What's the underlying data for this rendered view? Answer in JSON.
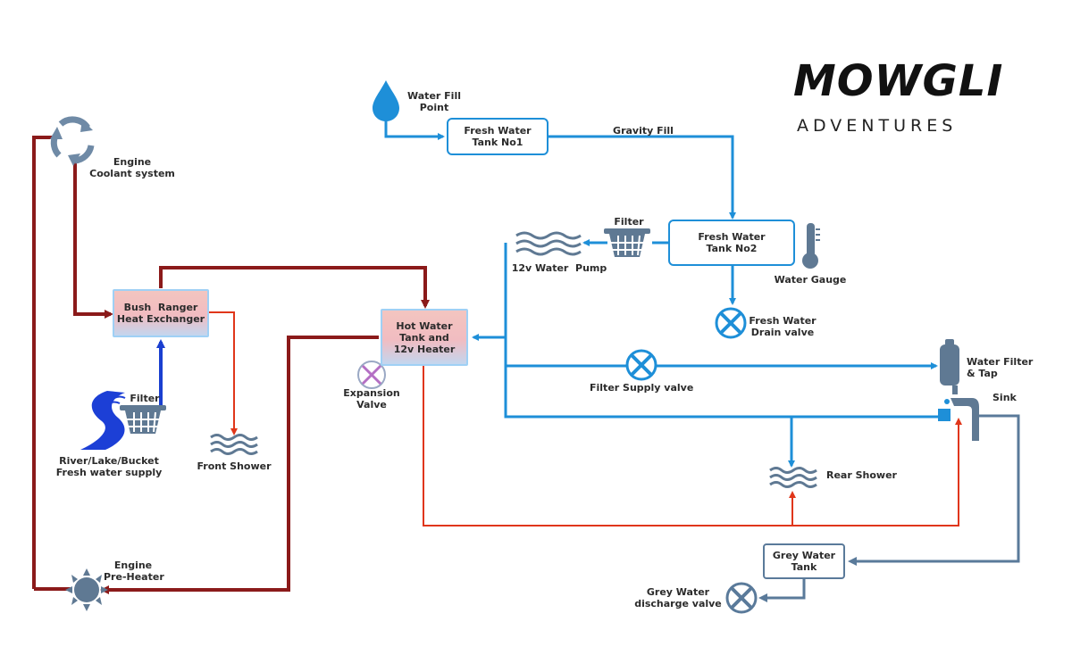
{
  "logo": {
    "title": "MOWGLI",
    "subtitle": "ADVENTURES"
  },
  "labels": {
    "water_fill_point": "Water Fill\nPoint",
    "gravity_fill": "Gravity Fill",
    "engine_coolant": "Engine\nCoolant system",
    "filter_top": "Filter",
    "pump": "12v Water  Pump",
    "water_gauge": "Water Gauge",
    "fw_drain": "Fresh Water\nDrain valve",
    "filter_supply": "Filter Supply valve",
    "water_filter_tap": "Water Filter\n& Tap",
    "sink": "Sink",
    "filter_river": "Filter",
    "river_supply": "River/Lake/Bucket\nFresh water supply",
    "front_shower": "Front Shower",
    "expansion": "Expansion\nValve",
    "rear_shower": "Rear Shower",
    "grey_discharge": "Grey Water\ndischarge valve",
    "engine_preheater": "Engine\nPre-Heater"
  },
  "boxes": {
    "fw_tank1": "Fresh Water\nTank No1",
    "fw_tank2": "Fresh Water\nTank No2",
    "exchanger": "Bush  Ranger\nHeat Exchanger",
    "hot_tank": "Hot Water\nTank and\n12v Heater",
    "grey_tank": "Grey Water\nTank"
  },
  "colors": {
    "fresh_line": "#1e8fd8",
    "hot_line": "#e0361a",
    "coolant_line": "#8b1a1a",
    "river_line": "#1a3fd0",
    "grey_line": "#5a7a9a"
  }
}
